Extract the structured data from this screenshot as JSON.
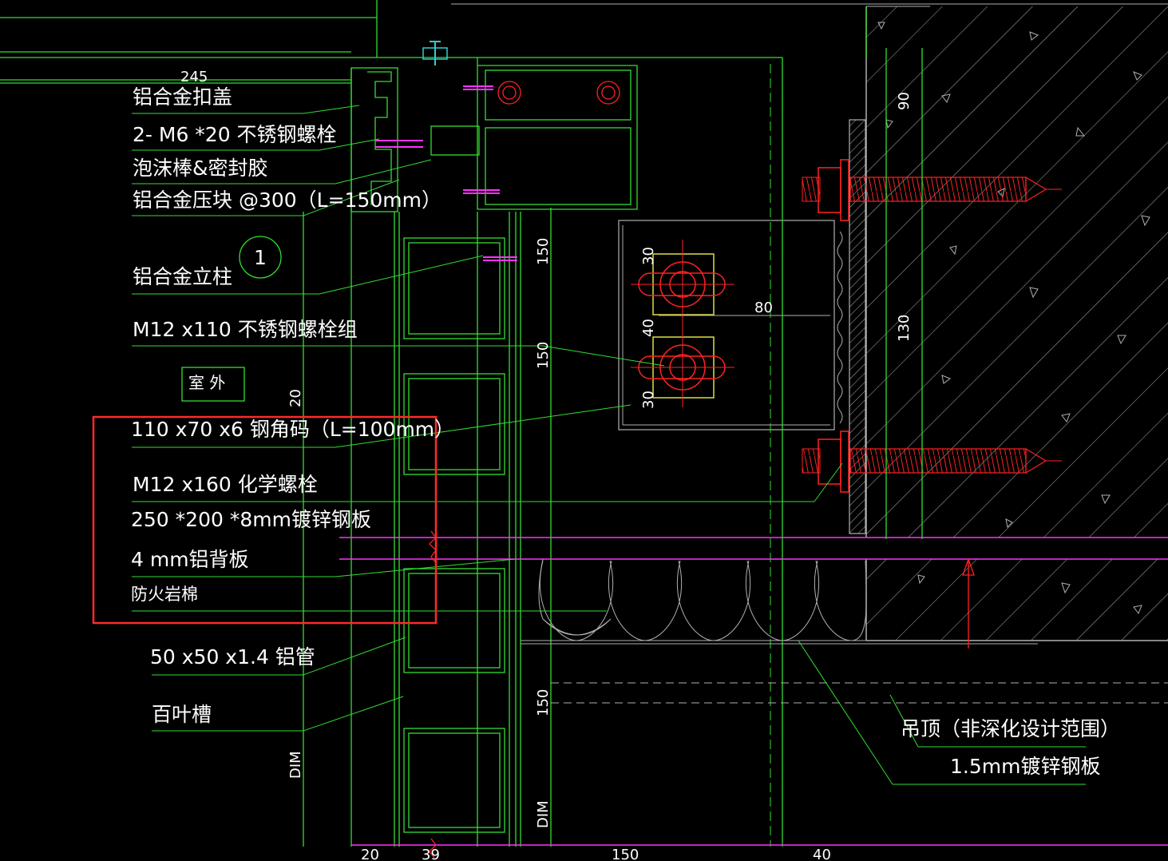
{
  "colors": {
    "background": "#000000",
    "green": "#33dd33",
    "green_dark": "#1e7a1e",
    "red": "#ff2222",
    "magenta": "#ff33ff",
    "yellow": "#dddd44",
    "white": "#ffffff",
    "grey": "#b0b0b0",
    "highlight": "#ff2a2a"
  },
  "labels": {
    "cover_cap": "铝合金扣盖",
    "m6_bolt": "2- M6 *20 不锈钢螺栓",
    "foam_sealant": "泡沫棒&密封胶",
    "pressure_block": "铝合金压块  @300（L=150mm）",
    "mullion": "铝合金立柱",
    "bolt_group": "M12 x110 不锈钢螺栓组",
    "exterior": "室 外",
    "steel_angle": "110 x70 x6 钢角码（L=100mm）",
    "chem_bolt": "M12 x160 化学螺栓",
    "galv_plate": "250 *200 *8mm镀锌钢板",
    "alu_backplate": "4 mm铝背板",
    "rock_wool": "防火岩棉",
    "alu_tube": "50 x50 x1.4 铝管",
    "louver_slot": "百叶槽",
    "ceiling": "吊顶（非深化设计范围）",
    "galv_sheet": "1.5mm镀锌钢板",
    "circle_number": "1"
  },
  "dimensions": {
    "d245": "245",
    "d150_a": "150",
    "d150_b": "150",
    "d150_c": "150",
    "d150_bottom": "150",
    "d30_a": "30",
    "d40": "40",
    "d30_b": "30",
    "d80": "80",
    "d90": "90",
    "d130": "130",
    "d20_side": "20",
    "dim_a": "DIM",
    "dim_b": "DIM",
    "d20_bottom": "20",
    "d39": "39",
    "d40_bottom": "40"
  }
}
